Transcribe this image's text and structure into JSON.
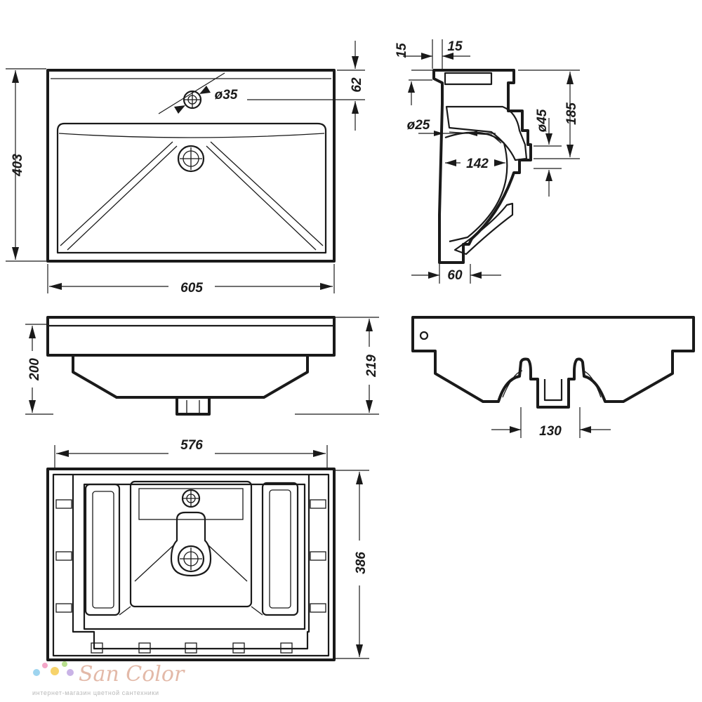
{
  "dimensions": {
    "top_view": {
      "width": "605",
      "depth": "403",
      "tap_hole": "ø35",
      "tap_offset": "62"
    },
    "side_view": {
      "rim_left": "15",
      "rim_right": "15",
      "height": "185",
      "drain_diameter": "ø25",
      "outlet_diameter": "ø45",
      "projection": "142",
      "foot": "60"
    },
    "front_view": {
      "bowl_height": "200",
      "total_height": "219"
    },
    "rear_view": {
      "bracket_spacing": "130"
    },
    "bottom_view": {
      "inner_width": "576",
      "inner_depth": "386"
    }
  },
  "watermark": {
    "brand": "San Color",
    "tagline": "интернет-магазин цветной сантехники",
    "dot_colors": [
      "#9ed4ef",
      "#f4a6c8",
      "#f7d36b",
      "#b8df8d",
      "#c9b3e6"
    ]
  }
}
